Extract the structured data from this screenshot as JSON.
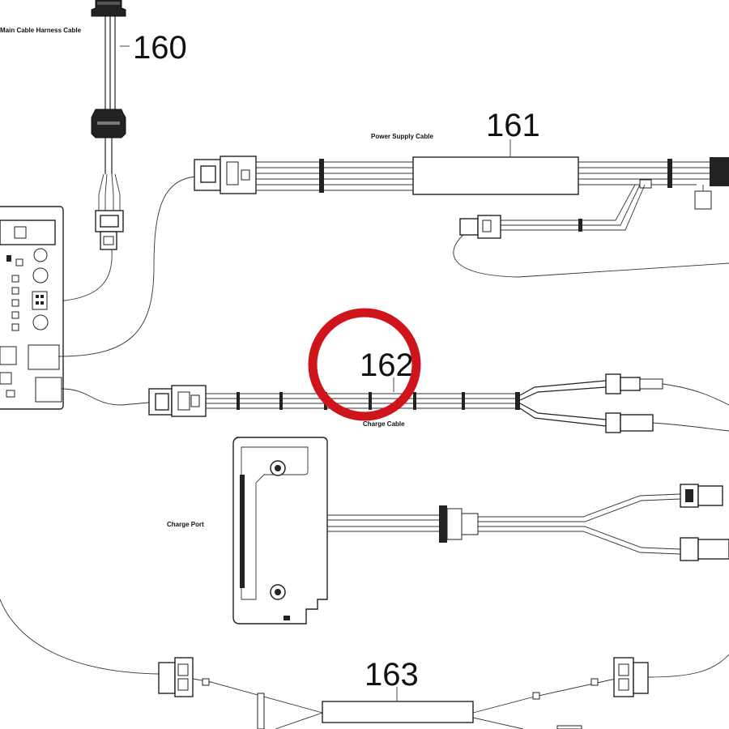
{
  "callouts": {
    "c160": "160",
    "c161": "161",
    "c162": "162",
    "c163": "163"
  },
  "labels": {
    "main_cable": "Main Cable Harness Cable",
    "power_supply_cable": "Power Supply Cable",
    "charge_cable": "Charge Cable",
    "charge_port": "Charge Port"
  },
  "highlight": {
    "target": "162",
    "color": "#d0141c"
  }
}
